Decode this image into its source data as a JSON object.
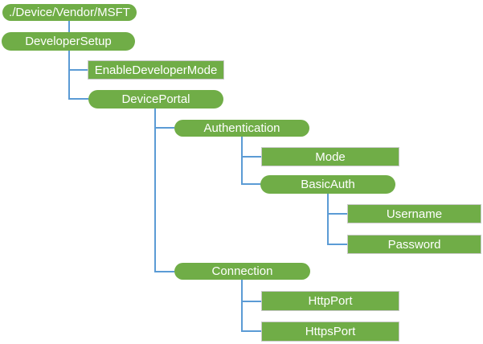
{
  "colors": {
    "background": "#FFFFFF",
    "node_fill": "#70AD47",
    "node_text": "#FFFFFF",
    "leaf_border": "#C9C9C9",
    "connector": "#5B9BD5"
  },
  "diagram": {
    "type": "tree",
    "nodes": [
      {
        "label": "./Device/Vendor/MSFT",
        "shape": "rounded",
        "parent": null
      },
      {
        "label": "DeveloperSetup",
        "shape": "rounded",
        "parent": "./Device/Vendor/MSFT"
      },
      {
        "label": "EnableDeveloperMode",
        "shape": "rectangle",
        "parent": "DeveloperSetup"
      },
      {
        "label": "DevicePortal",
        "shape": "rounded",
        "parent": "DeveloperSetup"
      },
      {
        "label": "Authentication",
        "shape": "rounded",
        "parent": "DevicePortal"
      },
      {
        "label": "Mode",
        "shape": "rectangle",
        "parent": "Authentication"
      },
      {
        "label": "BasicAuth",
        "shape": "rounded",
        "parent": "Authentication"
      },
      {
        "label": "Username",
        "shape": "rectangle",
        "parent": "BasicAuth"
      },
      {
        "label": "Password",
        "shape": "rectangle",
        "parent": "BasicAuth"
      },
      {
        "label": "Connection",
        "shape": "rounded",
        "parent": "DevicePortal"
      },
      {
        "label": "HttpPort",
        "shape": "rectangle",
        "parent": "Connection"
      },
      {
        "label": "HttpsPort",
        "shape": "rectangle",
        "parent": "Connection"
      }
    ]
  }
}
